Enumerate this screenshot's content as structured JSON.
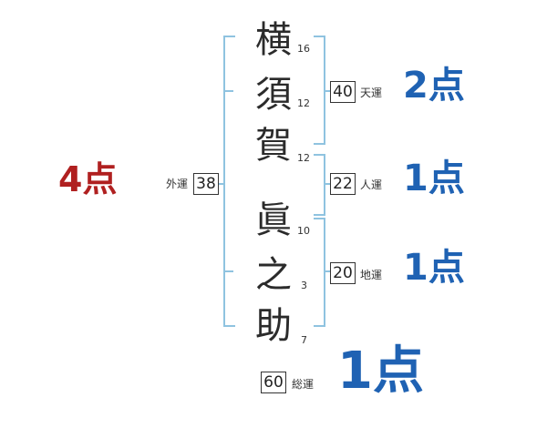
{
  "name_chars": [
    {
      "char": "横",
      "strokes": "16"
    },
    {
      "char": "須",
      "strokes": "12"
    },
    {
      "char": "賀",
      "strokes": "12"
    },
    {
      "char": "眞",
      "strokes": "10"
    },
    {
      "char": "之",
      "strokes": "3"
    },
    {
      "char": "助",
      "strokes": "7"
    }
  ],
  "fortunes": {
    "tenkaku": {
      "value": "40",
      "label": "天運",
      "score": "2点"
    },
    "jinkaku": {
      "value": "22",
      "label": "人運",
      "score": "1点"
    },
    "chikaku": {
      "value": "20",
      "label": "地運",
      "score": "1点"
    },
    "gaikaku": {
      "value": "38",
      "label": "外運",
      "score": "4点"
    },
    "soukaku": {
      "value": "60",
      "label": "総運",
      "score": "1点"
    }
  },
  "colors": {
    "bracket": "#8fc3e0",
    "score_blue": "#1f62b3",
    "score_red": "#b02020"
  }
}
